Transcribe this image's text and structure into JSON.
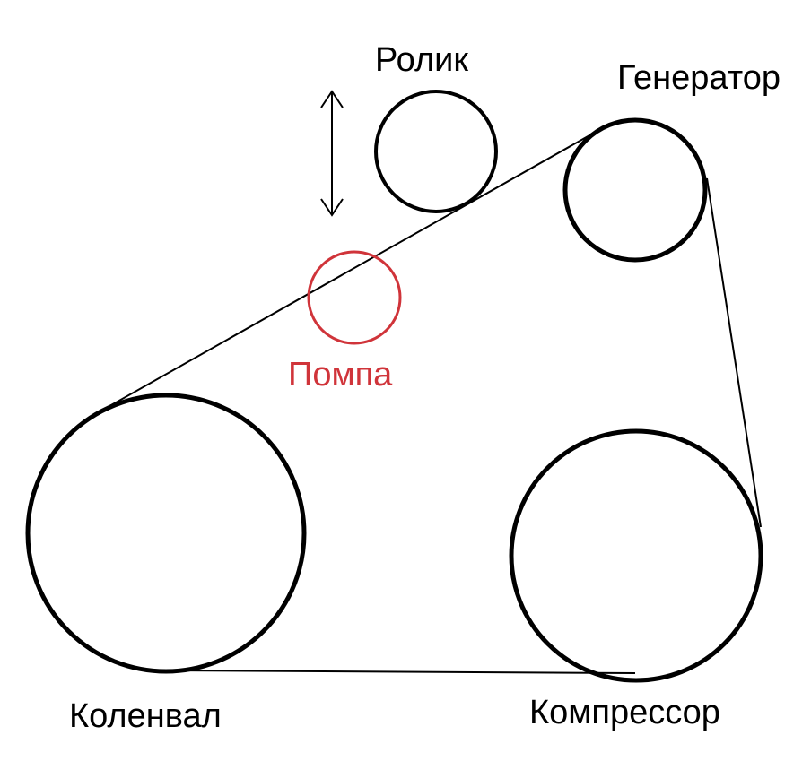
{
  "labels": {
    "roller": "Ролик",
    "generator": "Генератор",
    "pump": "Помпа",
    "crankshaft": "Коленвал",
    "compressor": "Компрессор"
  },
  "colors": {
    "line": "#000000",
    "pump": "#d0343a",
    "background": "#ffffff"
  }
}
